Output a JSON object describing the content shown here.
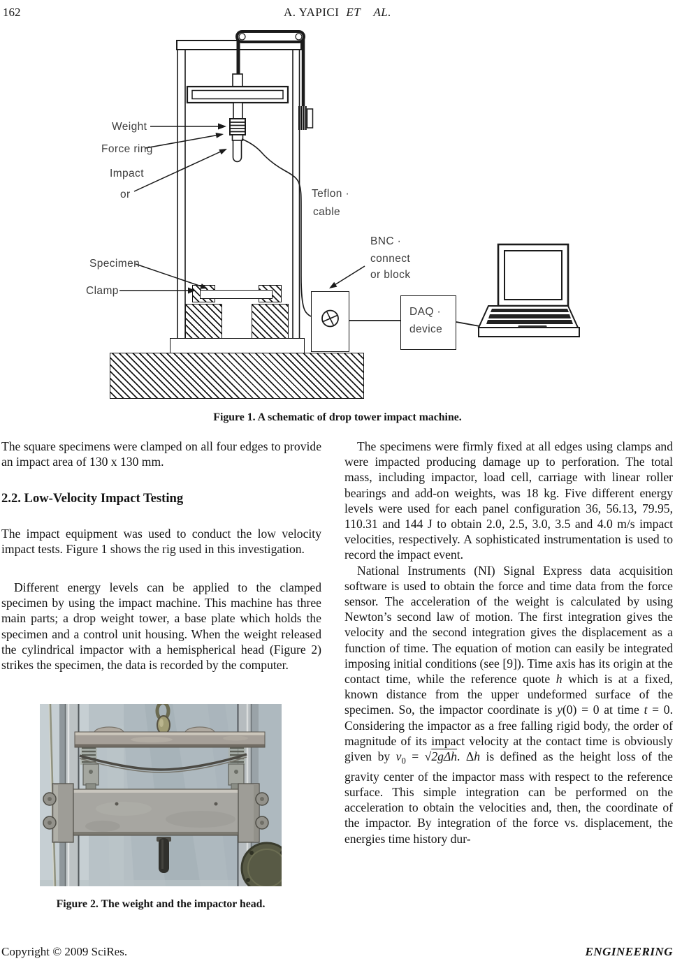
{
  "header": {
    "page_number": "162",
    "running_author": "A. YAPICI",
    "running_etal": "ET AL."
  },
  "figure1": {
    "caption": "Figure 1. A schematic of drop tower impact machine.",
    "labels": {
      "weight": "Weight",
      "force_ring": "Force ring",
      "impactor_l1": "Impact",
      "impactor_l2": "or",
      "teflon_l1": "Teflon ·",
      "teflon_l2": "cable",
      "bnc_l1": "BNC ·",
      "bnc_l2": "connect",
      "bnc_l3": "or block",
      "specimen": "Specimen",
      "clamp": "Clamp",
      "daq_l1": "DAQ ·",
      "daq_l2": "device"
    }
  },
  "figure2": {
    "caption": "Figure 2. The weight and the impactor head."
  },
  "left_column": {
    "para1": "The square specimens were clamped on all four edges to provide an impact area of 130 x 130 mm.",
    "heading": "2.2. Low-Velocity Impact Testing",
    "para2": "The impact equipment was used to conduct the low velocity impact tests. Figure 1 shows the rig used in this investigation.",
    "para3": "Different energy levels can be applied to the clamped specimen by using the impact machine. This machine has three main parts; a drop weight tower, a base plate which holds the specimen and a control unit housing. When the weight released the cylindrical impactor with a hemispherical head (Figure 2) strikes the specimen, the data is recorded by the computer."
  },
  "right_column": {
    "para1": "The specimens were firmly fixed at all edges using clamps and were impacted producing damage up to perforation. The total mass, including impactor, load cell, carriage with linear roller bearings and add-on weights, was 18 kg. Five different energy levels were used for each panel configuration 36, 56.13, 79.95, 110.31 and 144 J to obtain 2.0, 2.5, 3.0, 3.5 and 4.0 m/s impact velocities, respectively. A sophisticated instrumentation is used to record the impact event.",
    "para2": {
      "s1": "National Instruments (NI) Signal Express data acquisition software is used to obtain the force and time data from the force sensor. The acceleration of the weight is calculated by using Newton’s second law of motion. The first integration gives the velocity and the second integration gives the displacement as a function of time. The equation of motion can easily be integrated imposing initial conditions (see [9]). Time axis has its origin at the contact time, while the reference quote ",
      "h1": "h",
      "s2": " which is at a fixed, known distance from the upper undeformed surface of the specimen. So, the impactor coordinate is ",
      "yvar": "y",
      "s3": "(0) = 0 at time ",
      "tvar": "t",
      "s4": " = 0. Considering the impactor as a free falling rigid body, the order of magnitude of its impact velocity at the contact time is obviously given by ",
      "vvar": "v",
      "vsub": "0",
      "s5": " = ",
      "sqrt": "√",
      "rad": "2gΔh",
      "s6": ". ",
      "d1": "Δ",
      "d2": "h",
      "s7": " is defined as the height loss of the gravity center of the impactor mass with respect to the reference surface. This simple integration can be performed on the acceleration to obtain the velocities and, then, the coordinate of the impactor. By integration of the force vs. displacement, the energies time history dur-"
    }
  },
  "footer": {
    "left": "Copyright © 2009 SciRes.",
    "right": "ENGINEERING"
  }
}
